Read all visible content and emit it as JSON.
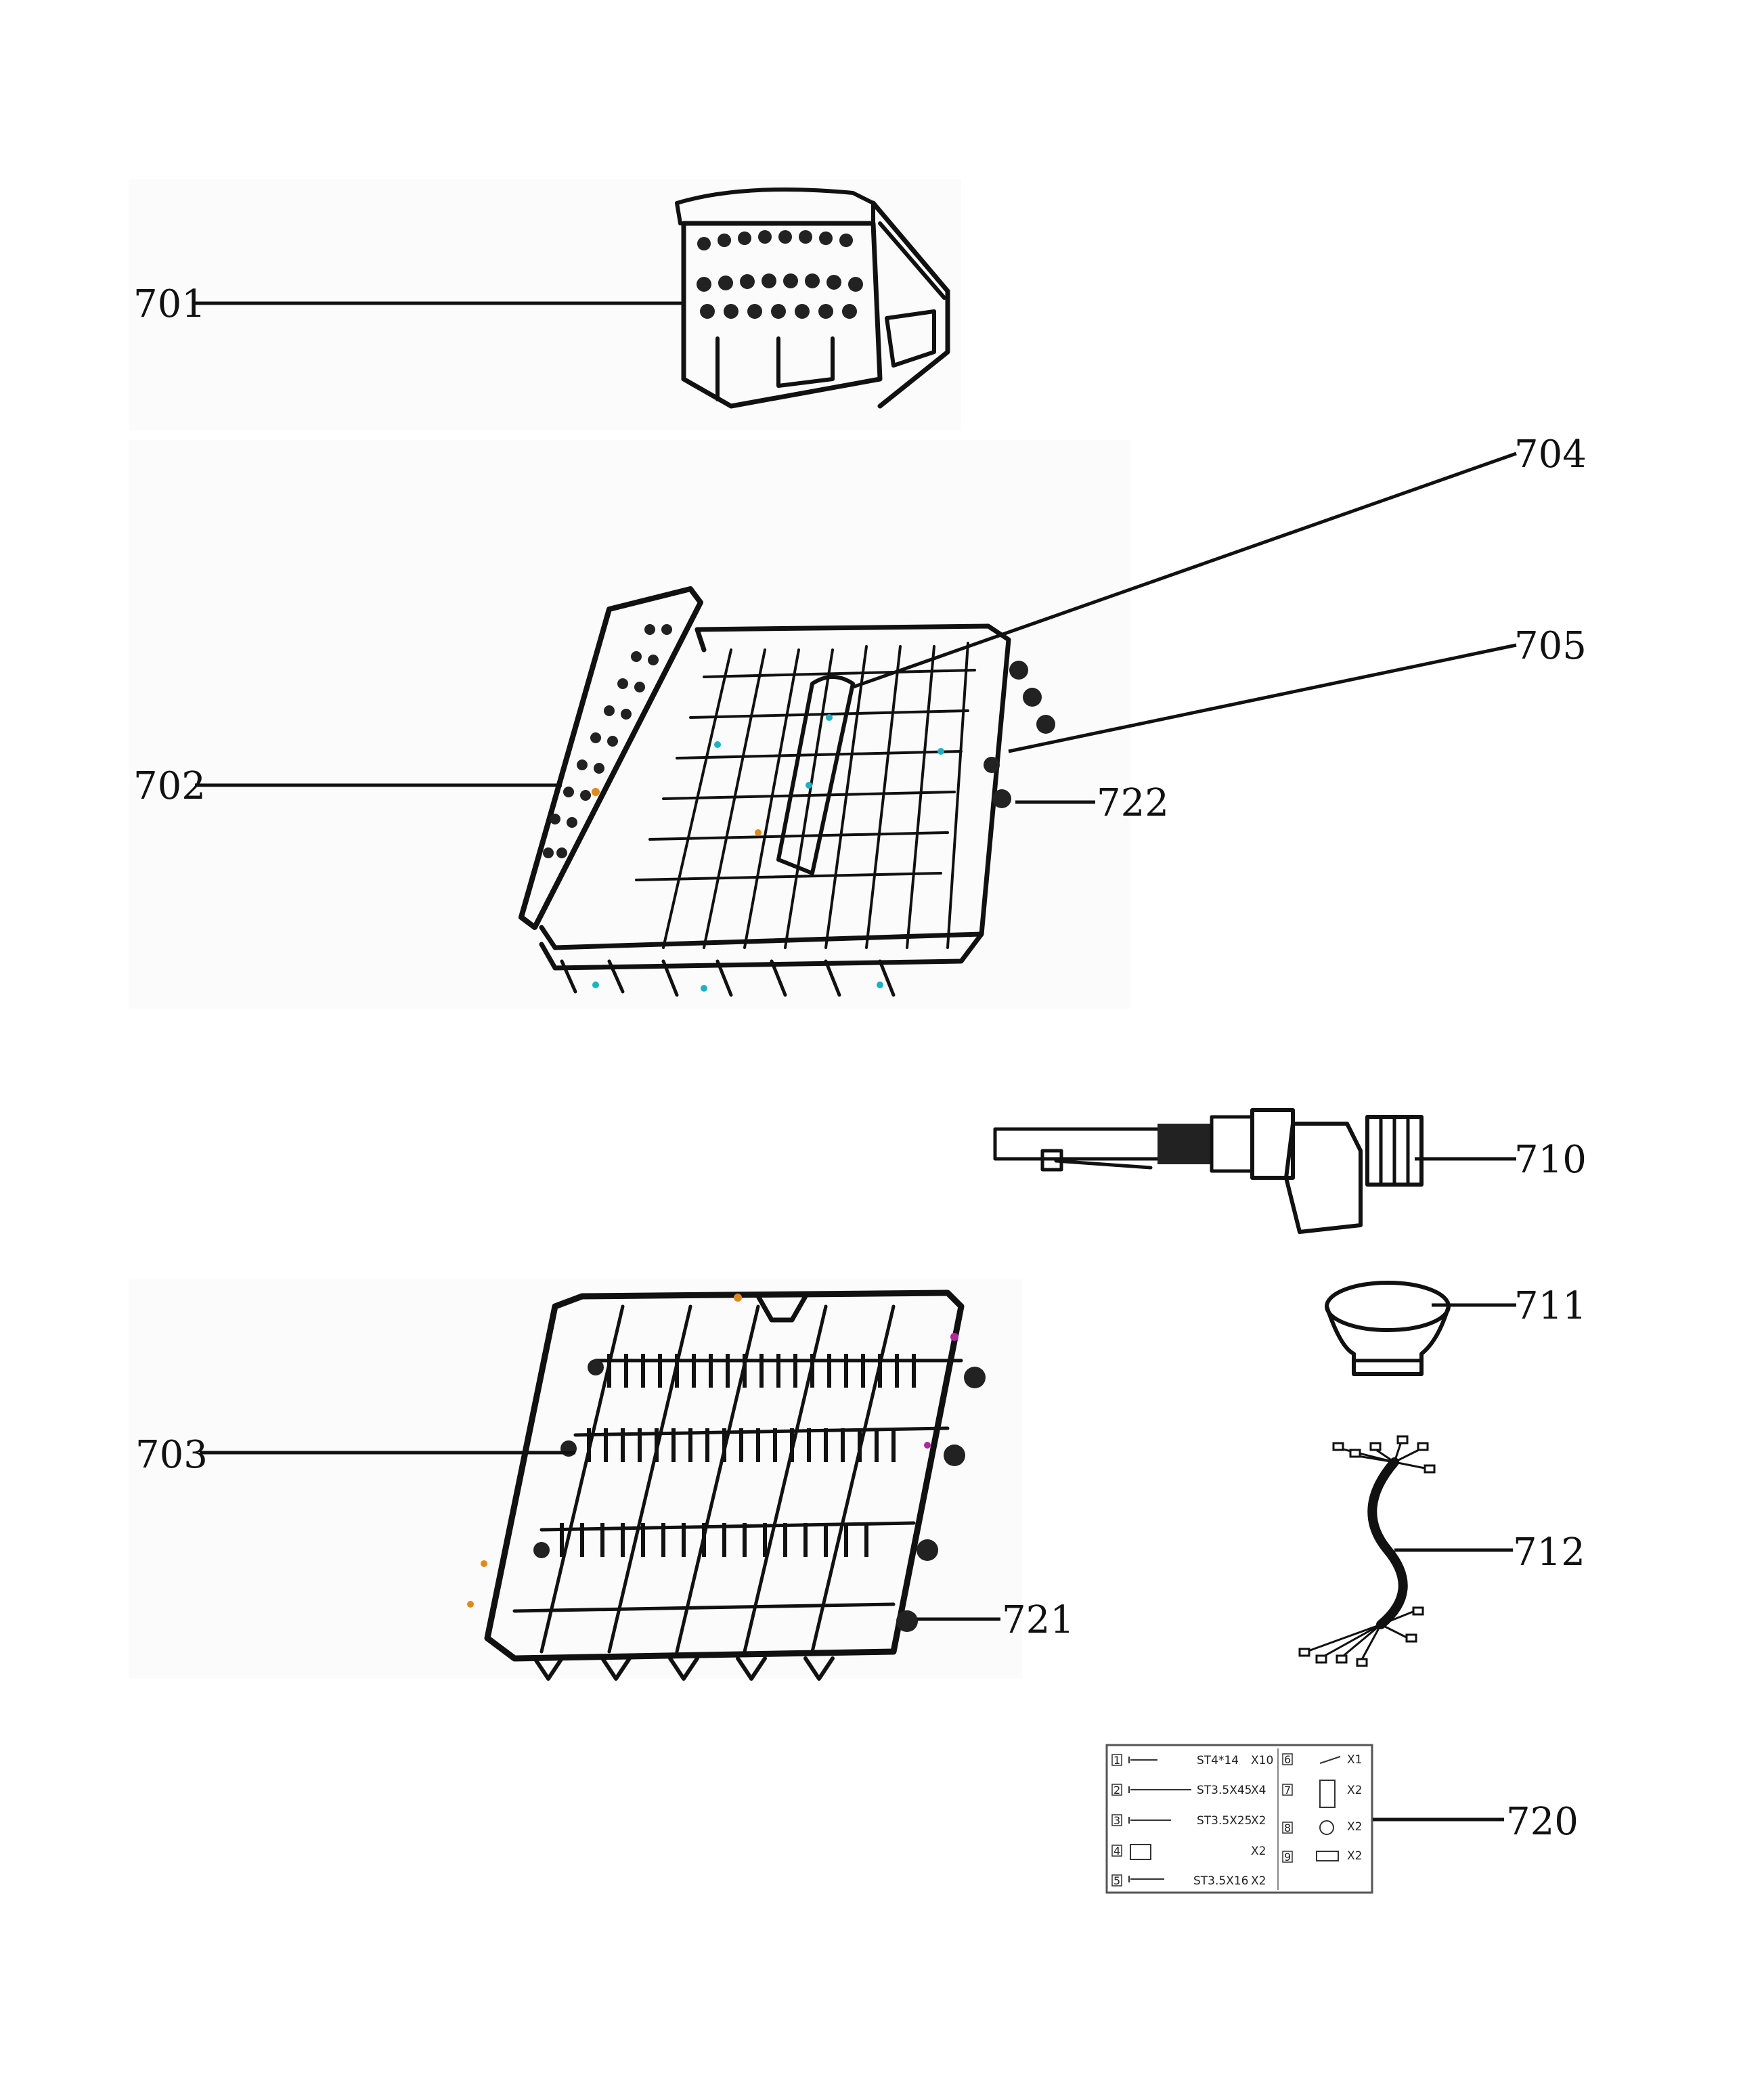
{
  "labels": {
    "p701": "701",
    "p702": "702",
    "p703": "703",
    "p704": "704",
    "p705": "705",
    "p710": "710",
    "p711": "711",
    "p712": "712",
    "p720": "720",
    "p721": "721",
    "p722": "722"
  },
  "accessory_kit": {
    "rows_left": [
      {
        "num": "1",
        "spec": "ST4*14",
        "qty": "X10"
      },
      {
        "num": "2",
        "spec": "ST3.5X45",
        "qty": "X4"
      },
      {
        "num": "3",
        "spec": "ST3.5X25",
        "qty": "X2"
      },
      {
        "num": "4",
        "spec": "",
        "qty": "X2"
      },
      {
        "num": "5",
        "spec": "ST3.5X16",
        "qty": "X2"
      }
    ],
    "rows_right": [
      {
        "num": "6",
        "qty": "X1"
      },
      {
        "num": "7",
        "qty": "X2"
      },
      {
        "num": "8",
        "qty": "X2"
      },
      {
        "num": "9",
        "qty": "X2"
      }
    ]
  },
  "colors": {
    "line": "#111111",
    "background": "#ffffff",
    "accent_cyan": "#1bb3c4",
    "accent_orange": "#e08a1e",
    "accent_magenta": "#b0289a"
  }
}
